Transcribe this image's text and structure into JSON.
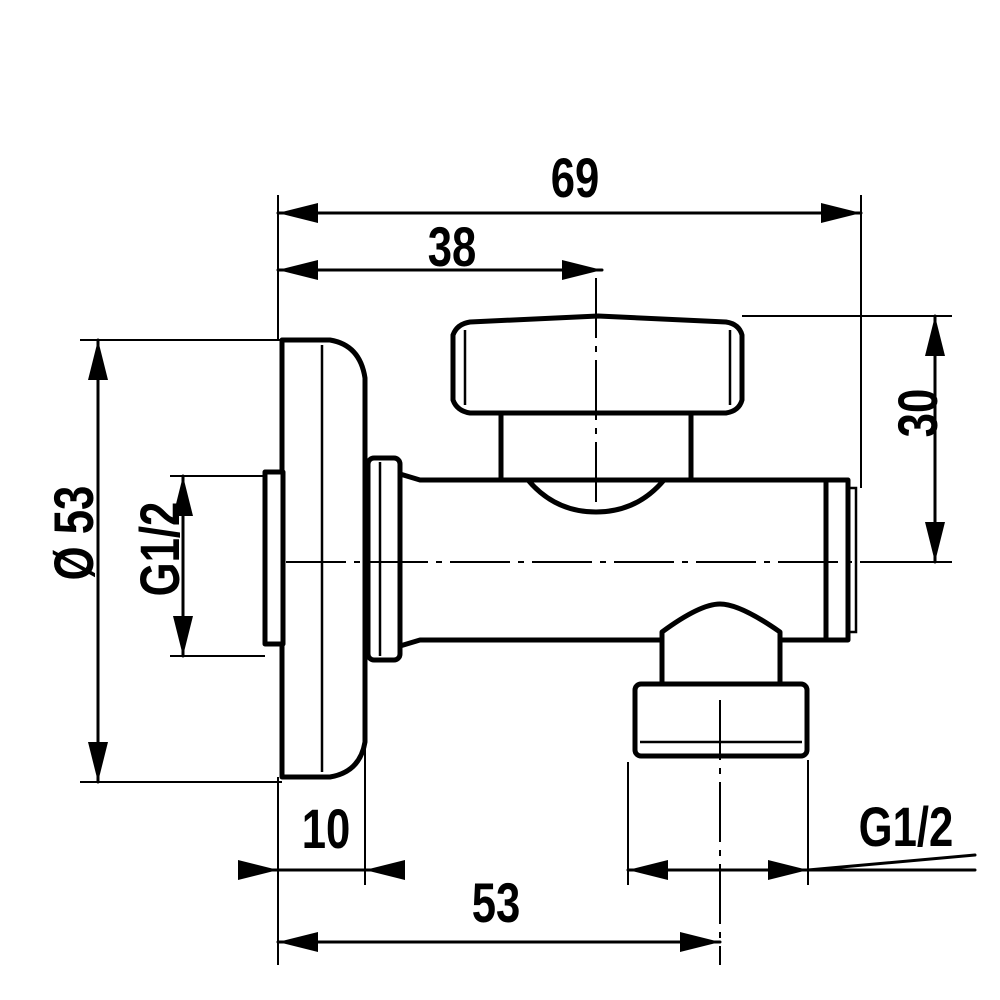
{
  "dimensions": {
    "overall_length": "69",
    "handle_axis_offset": "38",
    "handle_height": "30",
    "flange_diameter": "Ø 53",
    "inlet_thread": "G1/2",
    "flange_thickness": "10",
    "outlet_axis_offset": "53",
    "outlet_thread": "G1/2"
  }
}
